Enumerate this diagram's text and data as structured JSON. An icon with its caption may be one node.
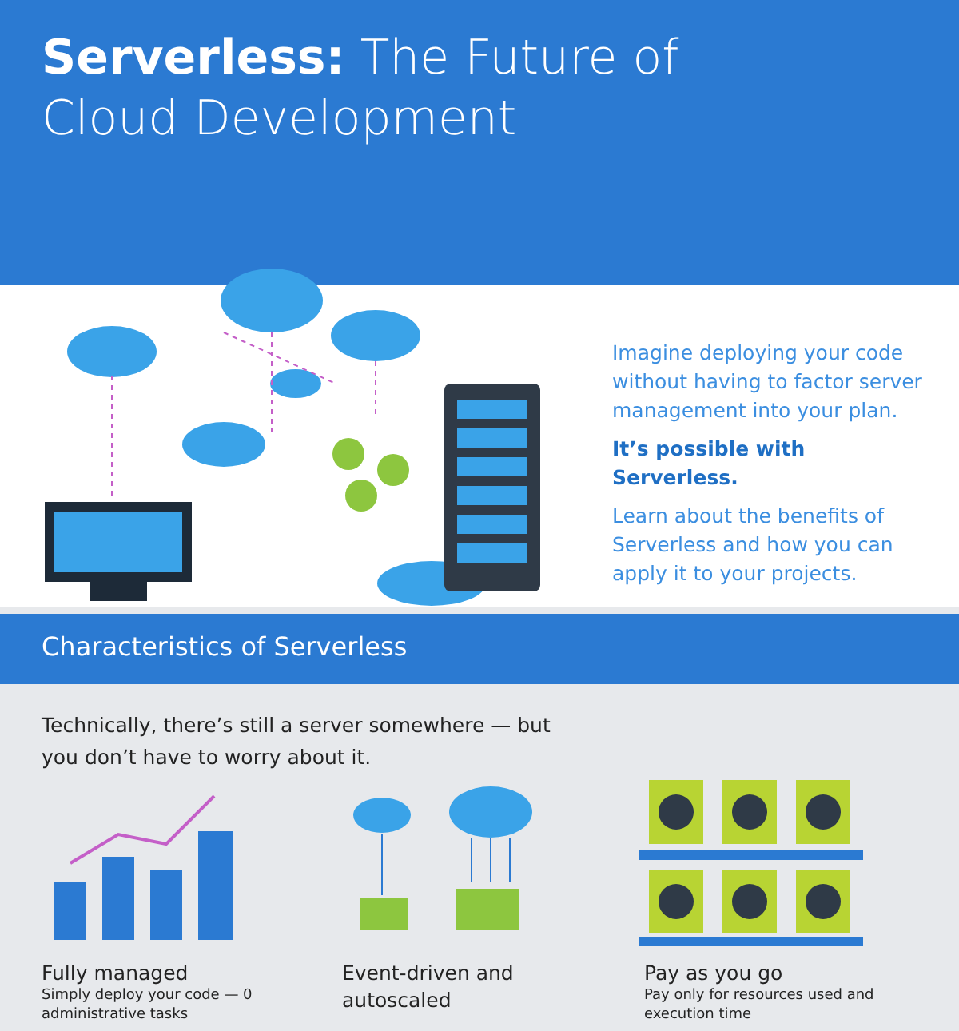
{
  "diagram": {
    "title": "**Serverless:** The Future of Cloud Development",
    "labels": [
      "Imagine deploying your code without having to factor server management into your plan.",
      "It’s possible with Serverless.",
      "Learn about the benefits of Serverless and how you can apply it to your projects.",
      "Characteristics of Serverless",
      "Technically, there’s still a server somewhere — but you don’t have to worry about it.",
      "Fully managed",
      "Simply deploy your code — 0 administrative tasks",
      "Event-driven and autoscaled",
      "Pay as you go",
      "Pay only for resources used and execution time"
    ]
  }
}
